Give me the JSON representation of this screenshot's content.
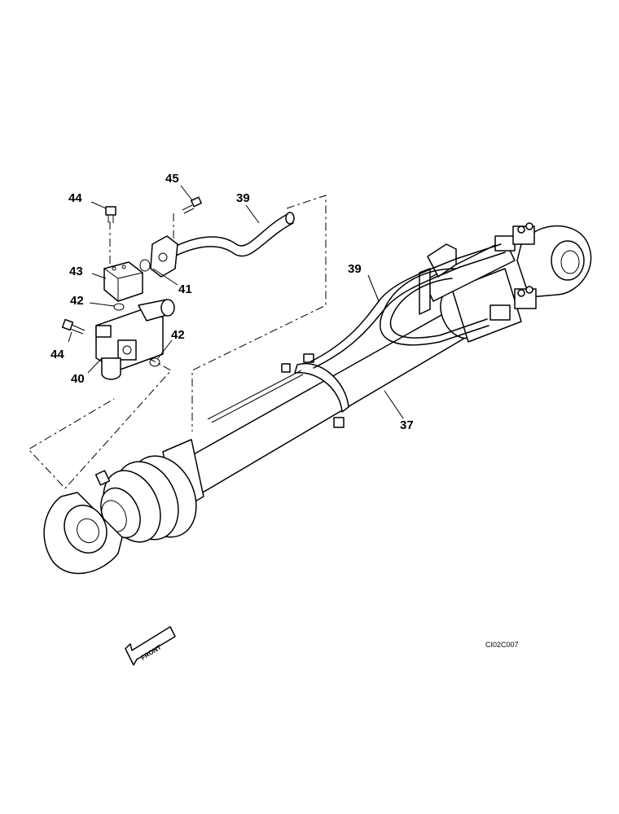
{
  "callouts": {
    "p45": "45",
    "p44_top": "44",
    "p39_top": "39",
    "p43": "43",
    "p41": "41",
    "p42_left": "42",
    "p42_right": "42",
    "p44_bottom": "44",
    "p40": "40",
    "p39_right": "39",
    "p37": "37"
  },
  "front_label": "FRONT",
  "drawing_code": "CI02C007"
}
